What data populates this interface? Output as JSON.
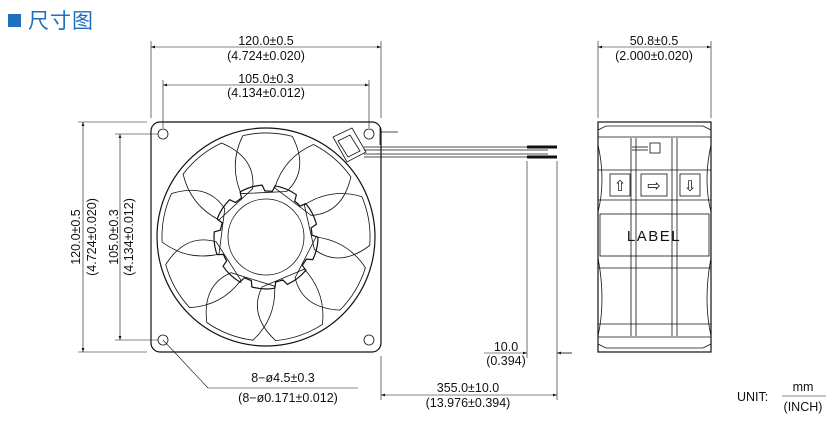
{
  "heading": {
    "title": "尺寸图"
  },
  "front": {
    "width_mm": "120.0±0.5",
    "width_in": "(4.724±0.020)",
    "hole_pitch_mm": "105.0±0.3",
    "hole_pitch_in": "(4.134±0.012)",
    "height_mm": "120.0±0.5",
    "height_in": "(4.724±0.020)",
    "vpitch_mm": "105.0±0.3",
    "vpitch_in": "(4.134±0.012)",
    "holes_mm": "8−ø4.5±0.3",
    "holes_in": "(8−ø0.171±0.012)"
  },
  "wires": {
    "strip_mm": "10.0",
    "strip_in": "(0.394)",
    "length_mm": "355.0±10.0",
    "length_in": "(13.976±0.394)"
  },
  "side": {
    "depth_mm": "50.8±0.5",
    "depth_in": "(2.000±0.020)",
    "label": "LABEL",
    "arrow_up": "⇧",
    "arrow_right": "⇨",
    "arrow_down": "⇩"
  },
  "unit": {
    "prefix": "UNIT:",
    "numerator": "mm",
    "denominator": "(INCH)"
  }
}
